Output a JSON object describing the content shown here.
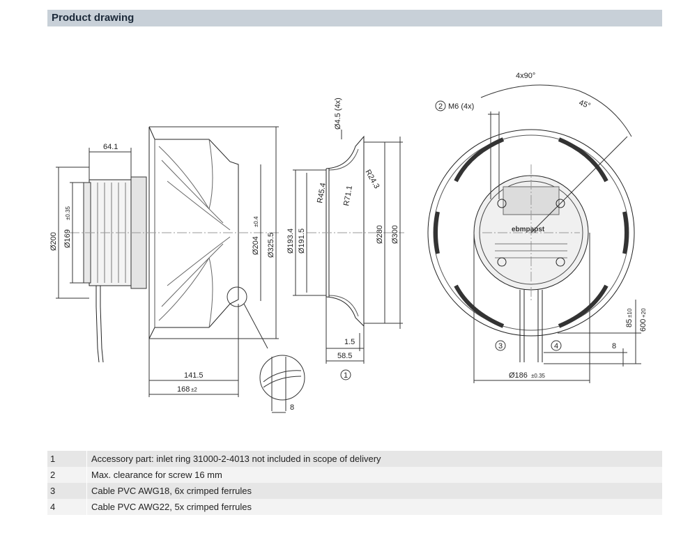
{
  "header": {
    "title": "Product drawing"
  },
  "side_view": {
    "dims": {
      "width_motor": "64.1",
      "dia_200": "Ø200",
      "dia_169": "Ø169",
      "dia_169_tol": "±0.35",
      "dia_204": "Ø204",
      "dia_204_tol": "±0.4",
      "dia_325": "Ø325.5",
      "len_141": "141.5",
      "len_168": "168",
      "len_168_tol": "±2",
      "detail_8": "8"
    }
  },
  "inlet_ring": {
    "dims": {
      "holes": "Ø4.5 (4x)",
      "r24": "R24.3",
      "r71": "R71.1",
      "r45": "R45.4",
      "dia_193": "Ø193.4",
      "dia_191": "Ø191.5",
      "dia_280": "Ø280",
      "dia_300": "Ø300",
      "d_1_5": "1.5",
      "d_58_5": "58.5"
    },
    "callout": "1"
  },
  "front_view": {
    "dims": {
      "angle_4x90": "4x90°",
      "angle_45": "45°",
      "screw": "M6 (4x)",
      "dia_186": "Ø186",
      "dia_186_tol": "±0.35",
      "cable_85": "85",
      "cable_85_tol": "±10",
      "cable_600": "600",
      "cable_600_tol": "+20",
      "cable_8": "8",
      "brand": "ebmpapst"
    },
    "callouts": {
      "screw": "2",
      "cable_a": "3",
      "cable_b": "4"
    }
  },
  "notes": [
    {
      "num": "1",
      "text": "Accessory part: inlet ring 31000-2-4013 not included in scope of delivery"
    },
    {
      "num": "2",
      "text": "Max. clearance for screw 16 mm"
    },
    {
      "num": "3",
      "text": "Cable PVC AWG18, 6x crimped ferrules"
    },
    {
      "num": "4",
      "text": "Cable PVC AWG22, 5x crimped ferrules"
    }
  ]
}
